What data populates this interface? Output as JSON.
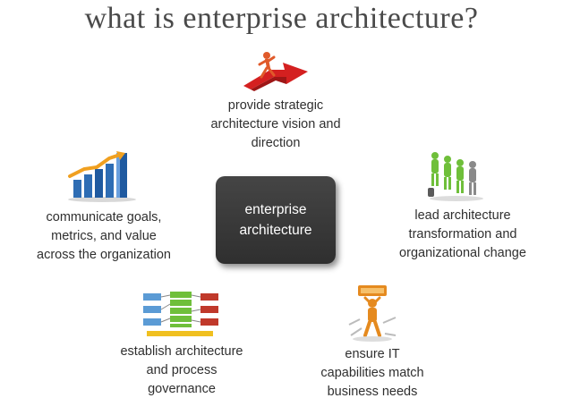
{
  "title": "what is enterprise architecture?",
  "center": {
    "line1": "enterprise",
    "line2": "architecture"
  },
  "nodes": {
    "top": [
      "provide strategic",
      "architecture vision and",
      "direction"
    ],
    "left": [
      "communicate goals,",
      "metrics, and value",
      "across the organization"
    ],
    "right": [
      "lead architecture",
      "transformation and",
      "organizational change"
    ],
    "bottom_left": [
      "establish architecture",
      "and process",
      "governance"
    ],
    "bottom_right": [
      "ensure IT",
      "capabilities match",
      "business needs"
    ]
  },
  "icons": {
    "top": "runner-on-red-arrow-icon",
    "left": "growth-bar-chart-icon",
    "right": "green-people-group-icon",
    "bottom_left": "process-flowchart-icon",
    "bottom_right": "brand-figure-icon"
  },
  "colors": {
    "title": "#4a4a4a",
    "center_box": "#3a3a3a",
    "text": "#2f2f2f",
    "accent_red": "#d42020",
    "accent_green": "#6fbf3a",
    "accent_blue": "#2e6db4",
    "accent_orange": "#f0a020"
  }
}
